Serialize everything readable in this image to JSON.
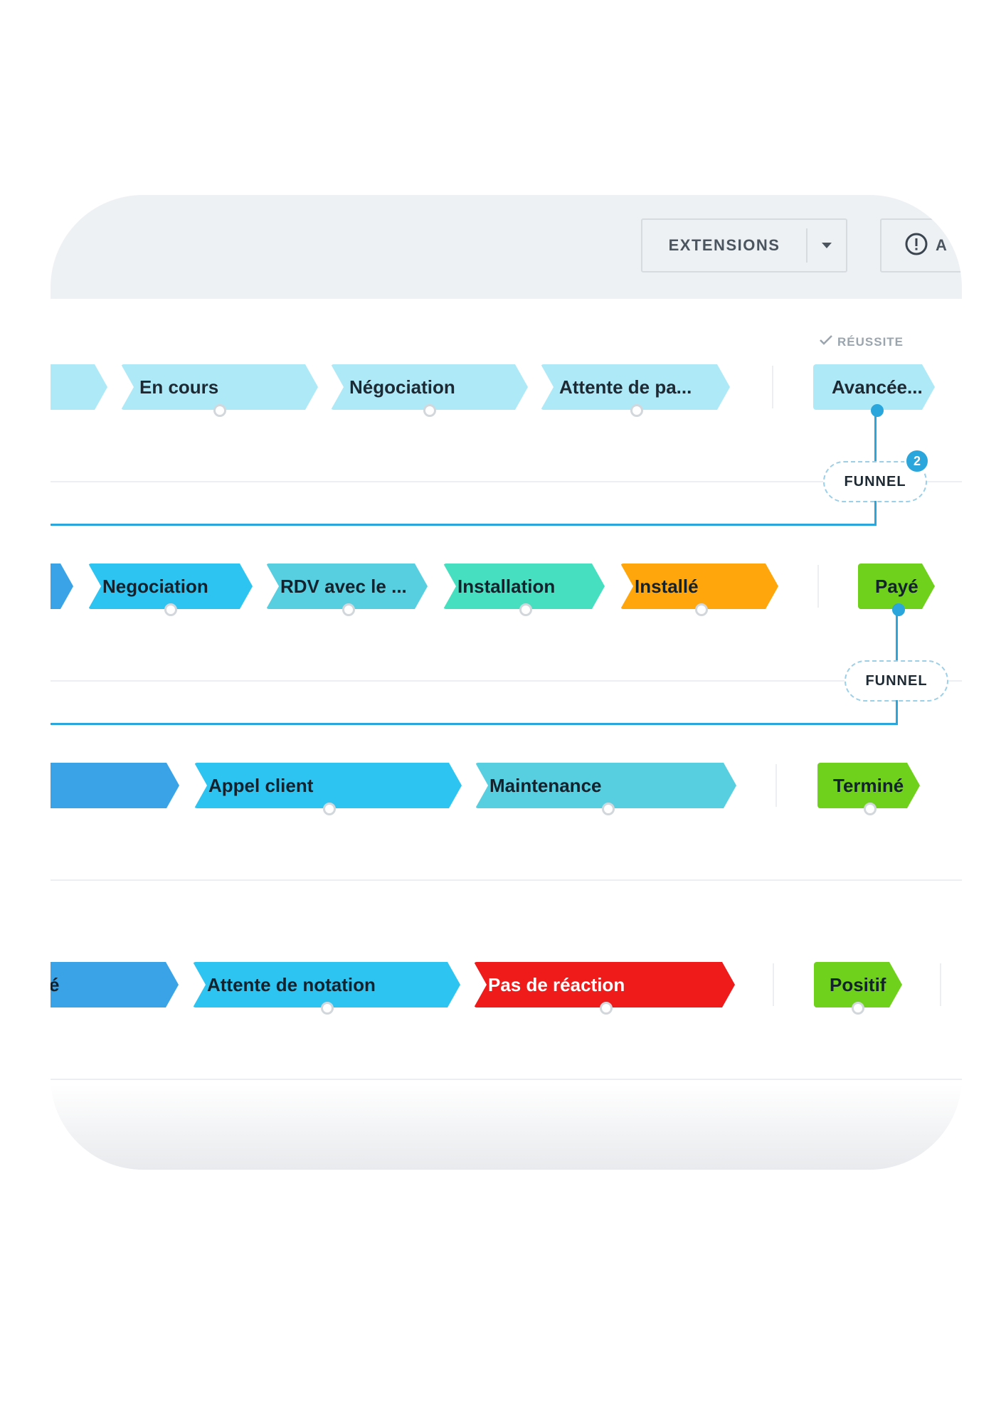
{
  "toolbar": {
    "extensions_label": "EXTENSIONS",
    "alert_label": "A"
  },
  "header": {
    "success_label": "RÉUSSITE"
  },
  "pipelines": [
    {
      "stages": [
        {
          "label": "",
          "color": "#aee9f8"
        },
        {
          "label": "En cours",
          "color": "#aee9f8"
        },
        {
          "label": "Négociation",
          "color": "#aee9f8"
        },
        {
          "label": "Attente de pa...",
          "color": "#aee9f8"
        }
      ],
      "success_stage": {
        "label": "Avancée...",
        "color": "#aee9f8"
      },
      "funnel": {
        "label": "FUNNEL",
        "badge": "2"
      }
    },
    {
      "stages": [
        {
          "label": "",
          "color": "#3aa3e8"
        },
        {
          "label": "Negociation",
          "color": "#2ec4f2"
        },
        {
          "label": "RDV avec le ...",
          "color": "#58cfe0"
        },
        {
          "label": "Installation",
          "color": "#46e0c0"
        },
        {
          "label": "Installé",
          "color": "#ffa60d"
        }
      ],
      "success_stage": {
        "label": "Payé",
        "color": "#6fd11c"
      },
      "funnel": {
        "label": "FUNNEL"
      }
    },
    {
      "stages": [
        {
          "label": "",
          "color": "#3aa3e8"
        },
        {
          "label": "Appel client",
          "color": "#2ec4f2"
        },
        {
          "label": "Maintenance",
          "color": "#58cfe0"
        }
      ],
      "success_stage": {
        "label": "Terminé",
        "color": "#6fd11c"
      }
    },
    {
      "stages": [
        {
          "label": "é",
          "color": "#3aa3e8"
        },
        {
          "label": "Attente de notation",
          "color": "#2ec4f2"
        },
        {
          "label": "Pas de réaction",
          "color": "#ef1b1b"
        }
      ],
      "success_stage": {
        "label": "Positif",
        "color": "#6fd11c"
      }
    }
  ]
}
